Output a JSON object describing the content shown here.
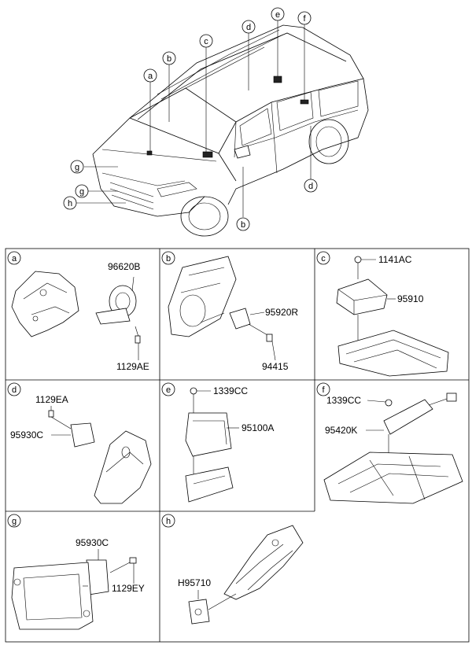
{
  "overview": {
    "callouts": [
      "a",
      "b",
      "c",
      "d",
      "e",
      "f",
      "g",
      "g",
      "h",
      "b",
      "d"
    ]
  },
  "panels": [
    {
      "letter": "a",
      "parts": [
        "96620B",
        "1129AE"
      ]
    },
    {
      "letter": "b",
      "parts": [
        "95920R",
        "94415"
      ]
    },
    {
      "letter": "c",
      "parts": [
        "1141AC",
        "95910"
      ]
    },
    {
      "letter": "d",
      "parts": [
        "1129EA",
        "95930C"
      ]
    },
    {
      "letter": "e",
      "parts": [
        "1339CC",
        "95100A"
      ]
    },
    {
      "letter": "f",
      "parts": [
        "1339CC",
        "95420K"
      ]
    },
    {
      "letter": "g",
      "parts": [
        "95930C",
        "1129EY"
      ]
    },
    {
      "letter": "h",
      "parts": [
        "H95710"
      ]
    }
  ]
}
